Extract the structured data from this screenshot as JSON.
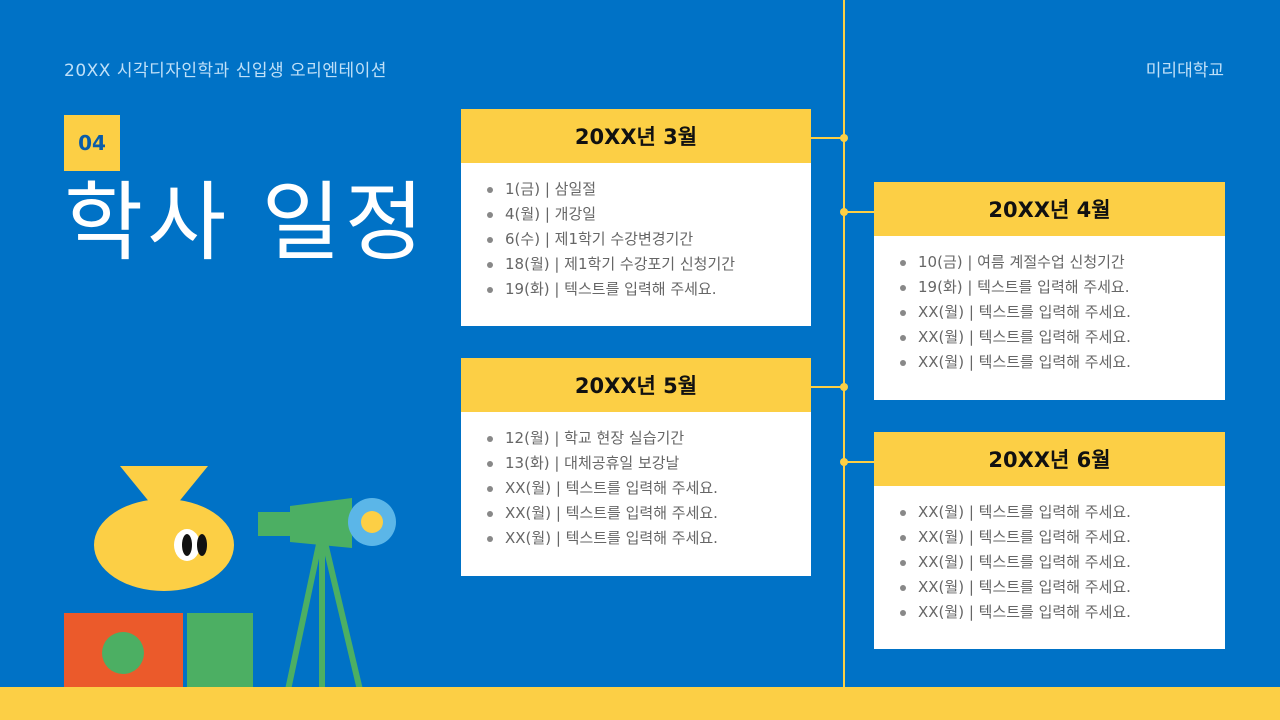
{
  "header": {
    "left": "20XX 시각디자인학과 신입생 오리엔테이션",
    "right": "미리대학교"
  },
  "section": {
    "number": "04",
    "title": "학사 일정"
  },
  "colors": {
    "background": "#0072C6",
    "accent": "#FCCF45",
    "card": "#FFFFFF"
  },
  "cards": [
    {
      "title": "20XX년 3월",
      "items": [
        "1(금) | 삼일절",
        "4(월) | 개강일",
        "6(수) | 제1학기 수강변경기간",
        "18(월) | 제1학기  수강포기 신청기간",
        "19(화) | 텍스트를 입력해 주세요."
      ]
    },
    {
      "title": "20XX년 4월",
      "items": [
        "10(금) | 여름 계절수업 신청기간",
        "19(화) | 텍스트를 입력해 주세요.",
        "XX(월) | 텍스트를 입력해 주세요.",
        "XX(월) | 텍스트를 입력해 주세요.",
        "XX(월) | 텍스트를 입력해 주세요."
      ]
    },
    {
      "title": "20XX년 5월",
      "items": [
        "12(월) | 학교 현장 실습기간",
        "13(화) | 대체공휴일 보강날",
        "XX(월) | 텍스트를 입력해 주세요.",
        "XX(월) | 텍스트를 입력해 주세요.",
        "XX(월) | 텍스트를 입력해 주세요."
      ]
    },
    {
      "title": "20XX년 6월",
      "items": [
        "XX(월) | 텍스트를 입력해 주세요.",
        "XX(월) | 텍스트를 입력해 주세요.",
        "XX(월) | 텍스트를 입력해 주세요.",
        "XX(월) | 텍스트를 입력해 주세요.",
        "XX(월) | 텍스트를 입력해 주세요."
      ]
    }
  ],
  "illustration": {
    "icons": [
      "character-icon",
      "telescope-icon",
      "blocks-icon"
    ]
  }
}
